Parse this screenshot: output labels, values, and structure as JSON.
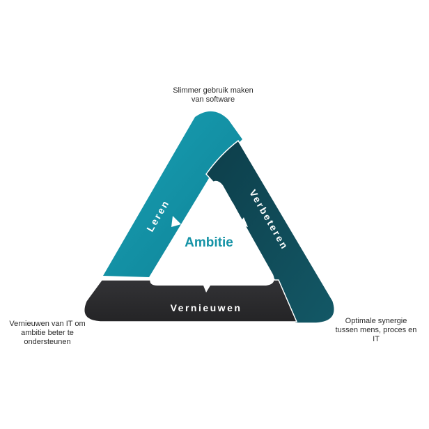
{
  "diagram": {
    "center": {
      "label": "Ambitie"
    },
    "segments": [
      {
        "id": "leren",
        "label": "Leren",
        "color": "#1193a8"
      },
      {
        "id": "verbeteren",
        "label": "Verbeteren",
        "color": "#0f4c5a"
      },
      {
        "id": "vernieuwen",
        "label": "Vernieuwen",
        "color": "#2c2c2e"
      }
    ],
    "captions": {
      "top": [
        "Slimmer gebruik maken",
        "van software"
      ],
      "right": [
        "Optimale synergie",
        "tussen mens, proces en",
        "IT"
      ],
      "left": [
        "Vernieuwen van IT om",
        "ambitie beter te",
        "ondersteunen"
      ]
    },
    "colors": {
      "accent": "#1593a6",
      "leren": "#1193a8",
      "verbeteren": "#0f4c5a",
      "vernieuwen": "#2c2c2e"
    }
  }
}
